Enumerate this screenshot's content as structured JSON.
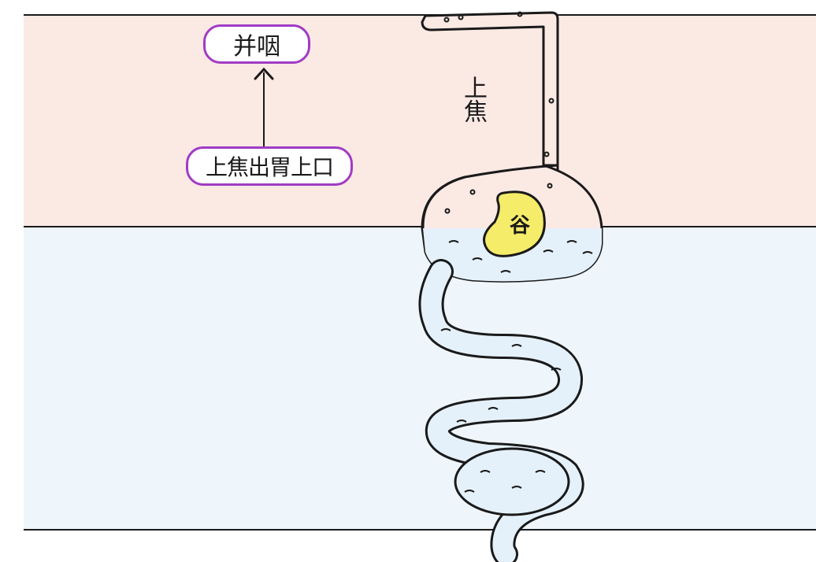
{
  "diagram": {
    "pharynx_label": "并咽",
    "lower_label": "上焦出胃上口",
    "upper_jiao_label": "上焦",
    "grain_label": "谷",
    "colors": {
      "upper_zone": "#fbe9e4",
      "lower_zone": "#eef6fc",
      "pill_border": "#a03cc4",
      "grain_fill": "#f5ec6a",
      "outline": "#1a1a1a",
      "fluid": "#e5f1fa"
    },
    "icons": [
      "up-arrow-icon"
    ]
  }
}
